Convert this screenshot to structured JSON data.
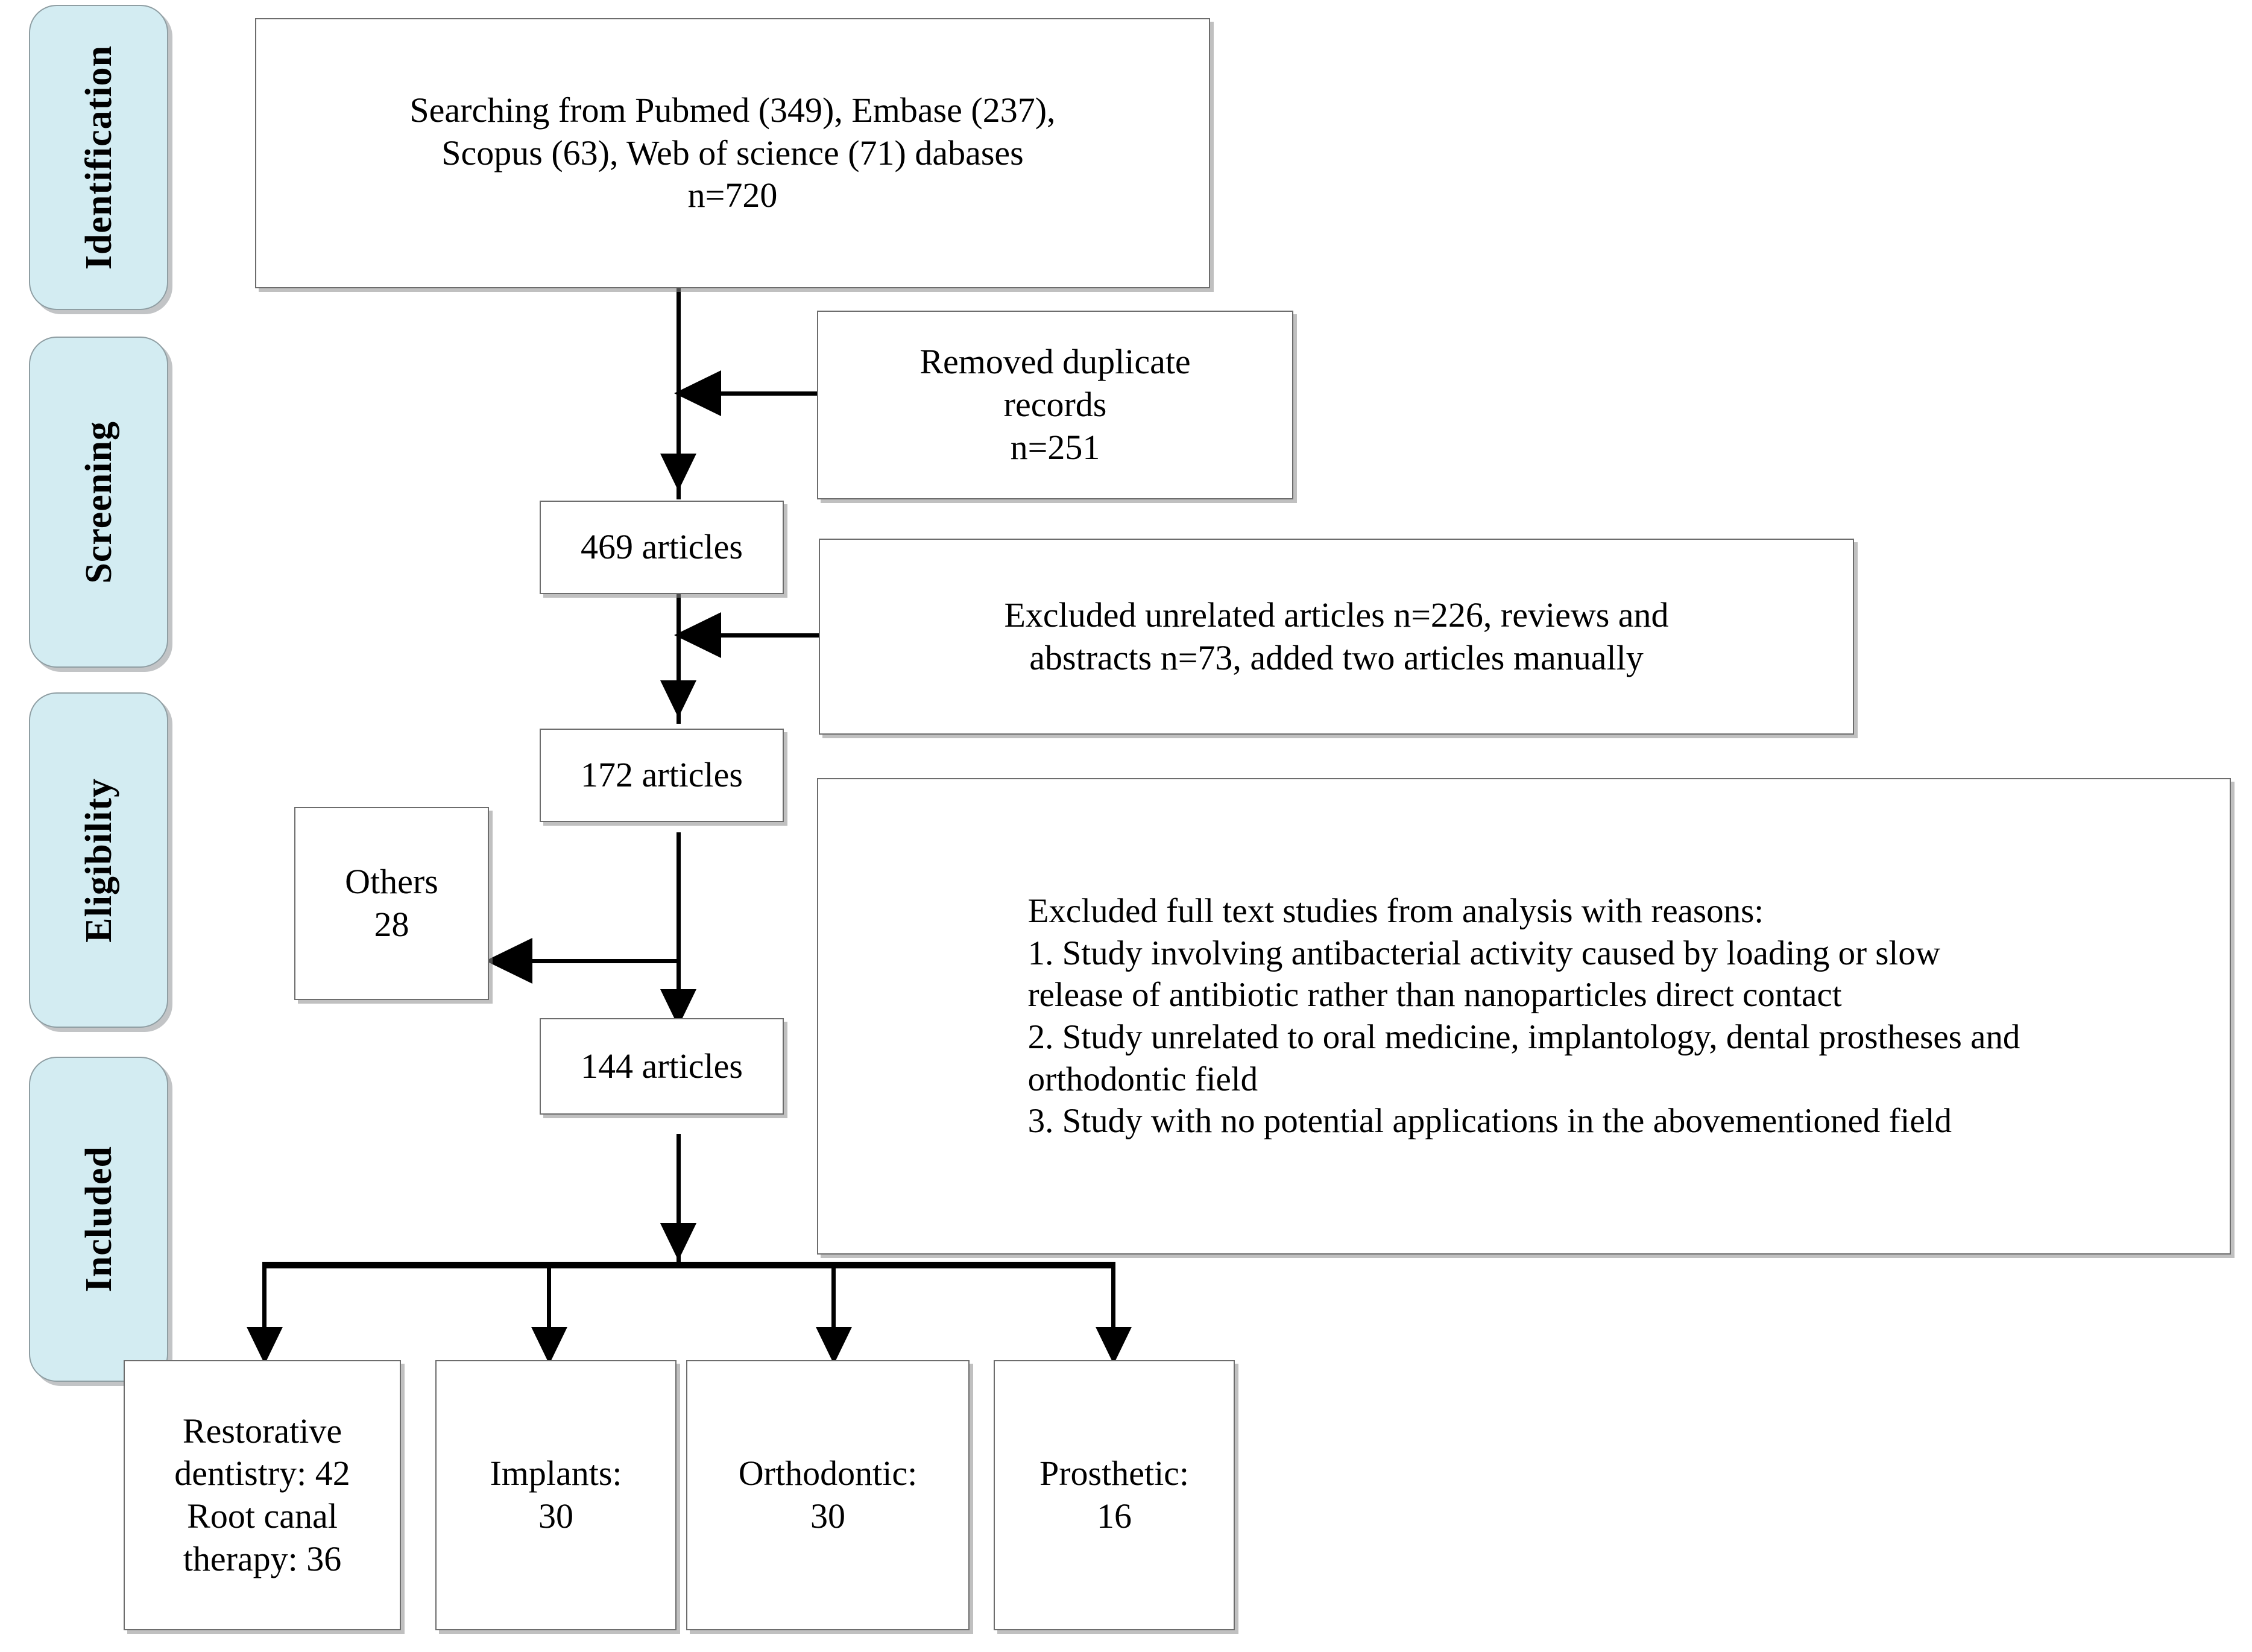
{
  "diagram": {
    "type": "prisma-flow-diagram",
    "accent_color": "#d3ecf2",
    "border_color": "#6d6d6d",
    "line_color": "#000000",
    "stages": [
      {
        "id": "identification",
        "label": "Identification"
      },
      {
        "id": "screening",
        "label": "Screening"
      },
      {
        "id": "eligibility",
        "label": "Eligibility"
      },
      {
        "id": "included",
        "label": "Included"
      }
    ],
    "nodes": {
      "sources": {
        "line1": "Searching from Pubmed (349), Embase (237),",
        "line2": "Scopus (63), Web of science (71) dabases",
        "line3": "n=720",
        "text": "Searching from Pubmed (349), Embase (237),\nScopus (63), Web of science (71) dabases\nn=720"
      },
      "duplicates": {
        "line1": "Removed duplicate",
        "line2": "records",
        "line3": "n=251",
        "text": "Removed duplicate\nrecords\nn=251"
      },
      "after_dedup": {
        "text": "469 articles",
        "count": 469
      },
      "excluded_unrelated": {
        "line1": "Excluded unrelated articles n=226, reviews and",
        "line2": "abstracts n=73, added two articles manually",
        "text": "Excluded unrelated articles n=226, reviews and\nabstracts n=73, added two articles manually"
      },
      "after_screening": {
        "text": "172 articles",
        "count": 172
      },
      "others": {
        "line1": "Others",
        "line2": "28",
        "text": "Others\n28",
        "count": 28
      },
      "excluded_fulltext": {
        "heading": "Excluded full text studies from analysis with reasons:",
        "reason1": "1. Study involving antibacterial activity caused by loading or slow release of antibiotic rather than nanoparticles direct contact",
        "reason2": "2. Study unrelated to oral medicine, implantology, dental prostheses and orthodontic field",
        "reason3": "3. Study with no potential applications in the abovementioned field",
        "text": "Excluded full text studies from analysis with reasons:\n1. Study involving antibacterial activity caused by loading or slow\nrelease of antibiotic rather than nanoparticles direct contact\n2. Study unrelated to oral medicine, implantology, dental prostheses and\northodontic field\n3. Study with no potential applications in the abovementioned field"
      },
      "included_total": {
        "text": "144 articles",
        "count": 144
      }
    },
    "outcomes": [
      {
        "id": "restorative",
        "text": "Restorative\ndentistry: 42\nRoot canal\ntherapy: 36",
        "counts": [
          42,
          36
        ]
      },
      {
        "id": "implants",
        "text": "Implants:\n30",
        "counts": [
          30
        ]
      },
      {
        "id": "orthodontic",
        "text": "Orthodontic:\n30",
        "counts": [
          30
        ]
      },
      {
        "id": "prosthetic",
        "text": "Prosthetic:\n16",
        "counts": [
          16
        ]
      }
    ]
  }
}
